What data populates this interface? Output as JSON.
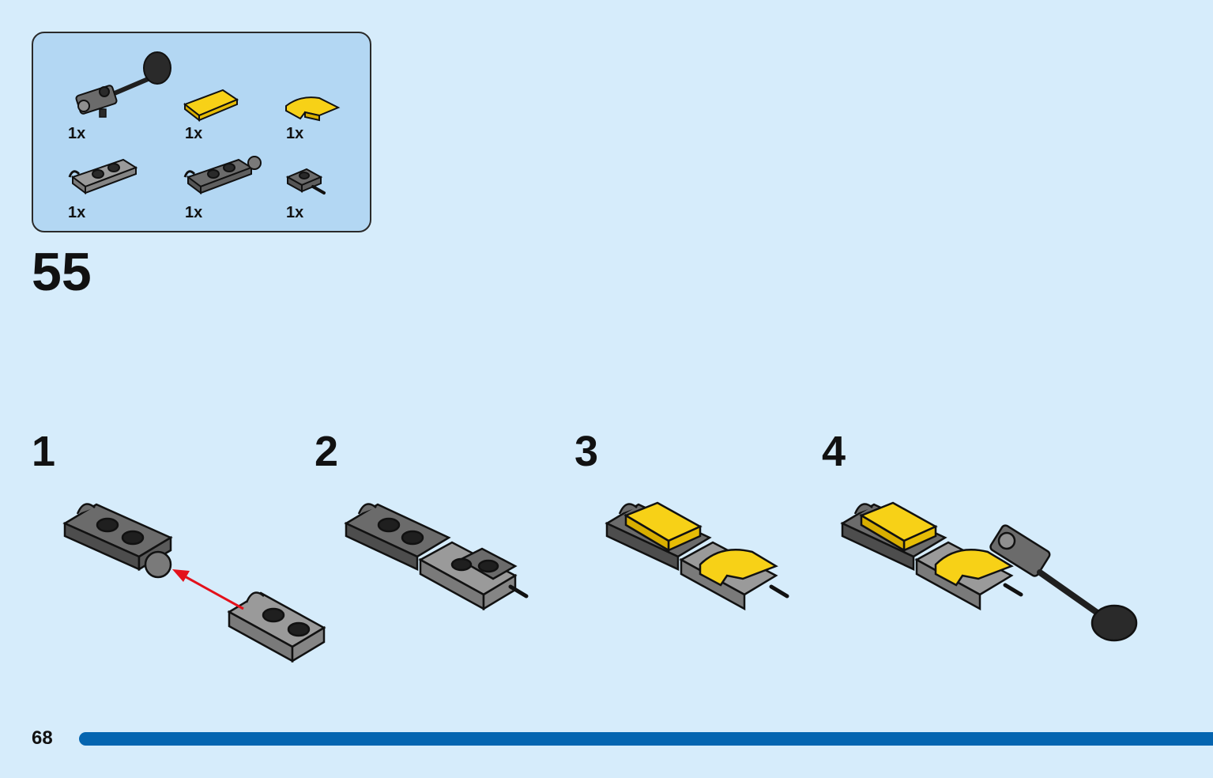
{
  "parts_list": {
    "items": [
      {
        "name": "technic-bar-with-round-paddle",
        "color": "#3a3a3a",
        "qty": "1x"
      },
      {
        "name": "tile-1x2",
        "color": "#f7d117",
        "qty": "1x"
      },
      {
        "name": "slope-curved-1x2",
        "color": "#f7d117",
        "qty": "1x"
      },
      {
        "name": "plate-with-clip",
        "color": "#8f8f8f",
        "qty": "1x"
      },
      {
        "name": "plate-with-clip-and-ball",
        "color": "#6b6b6b",
        "qty": "1x"
      },
      {
        "name": "plate-with-bar",
        "color": "#6b6b6b",
        "qty": "1x"
      }
    ]
  },
  "step": {
    "number": "55"
  },
  "sub_steps": [
    {
      "number": "1"
    },
    {
      "number": "2"
    },
    {
      "number": "3"
    },
    {
      "number": "4"
    }
  ],
  "page": {
    "number": "68"
  },
  "colors": {
    "background": "#d6ecfb",
    "parts_box": "#b3d7f3",
    "page_bar": "#0565b0",
    "arrow": "#e3111b",
    "yellow": "#f7d117",
    "dark_gray": "#6b6b6b",
    "light_gray": "#8f8f8f",
    "black": "#1f1f1f"
  }
}
